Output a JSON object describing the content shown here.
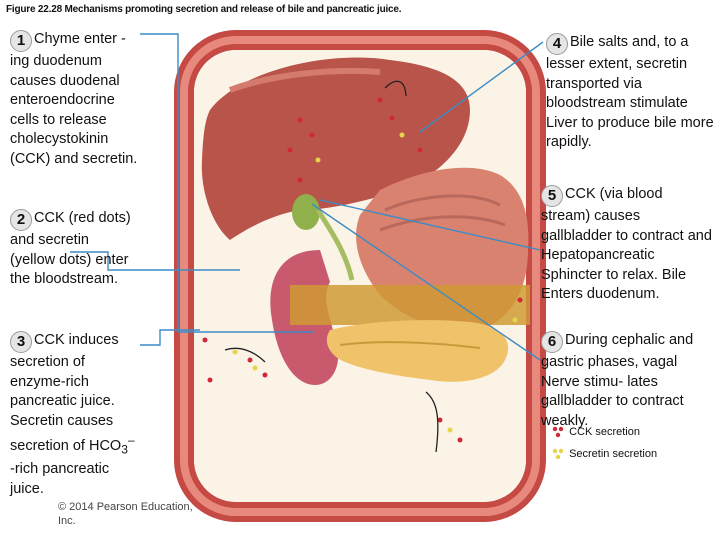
{
  "figure_title": "Figure 22.28  Mechanisms promoting secretion and release of bile and pancreatic juice.",
  "steps": [
    {
      "num": "1",
      "text": "Chyme enter -ing duodenum causes duodenal enteroendocrine cells to release cholecystokinin (CCK) and secretin."
    },
    {
      "num": "2",
      "text": "CCK (red dots) and secretin (yellow dots) enter the bloodstream."
    },
    {
      "num": "3",
      "text_before": "CCK induces secretion of enzyme-rich pancreatic juice. Secretin causes secretion of HCO",
      "sub": "3",
      "sup": "–",
      "text_after": " -rich pancreatic juice."
    },
    {
      "num": "4",
      "text": "Bile salts and, to a lesser extent, secretin transported via bloodstream stimulate Liver to produce bile more rapidly."
    },
    {
      "num": "5",
      "text": "CCK (via blood stream) causes gallbladder to contract and Hepatopancreatic Sphincter to relax. Bile Enters duodenum."
    },
    {
      "num": "6",
      "text": "During cephalic and gastric phases, vagal Nerve stimu- lates gallbladder to contract weakly."
    }
  ],
  "legend": {
    "cck": "CCK secretion",
    "secretin": "Secretin secretion",
    "cck_color": "#d0283a",
    "secretin_color": "#e6d44a"
  },
  "copyright": "© 2014 Pearson Education, Inc.",
  "colors": {
    "vessel": "#c64a44",
    "vessel_inner": "#f6ecdb",
    "liver": "#b8544a",
    "stomach": "#d9826f",
    "pancreas": "#f0c36a",
    "duodenum": "#c95a6e",
    "gallbladder": "#8fb04a",
    "leader": "#3b8cc7"
  }
}
